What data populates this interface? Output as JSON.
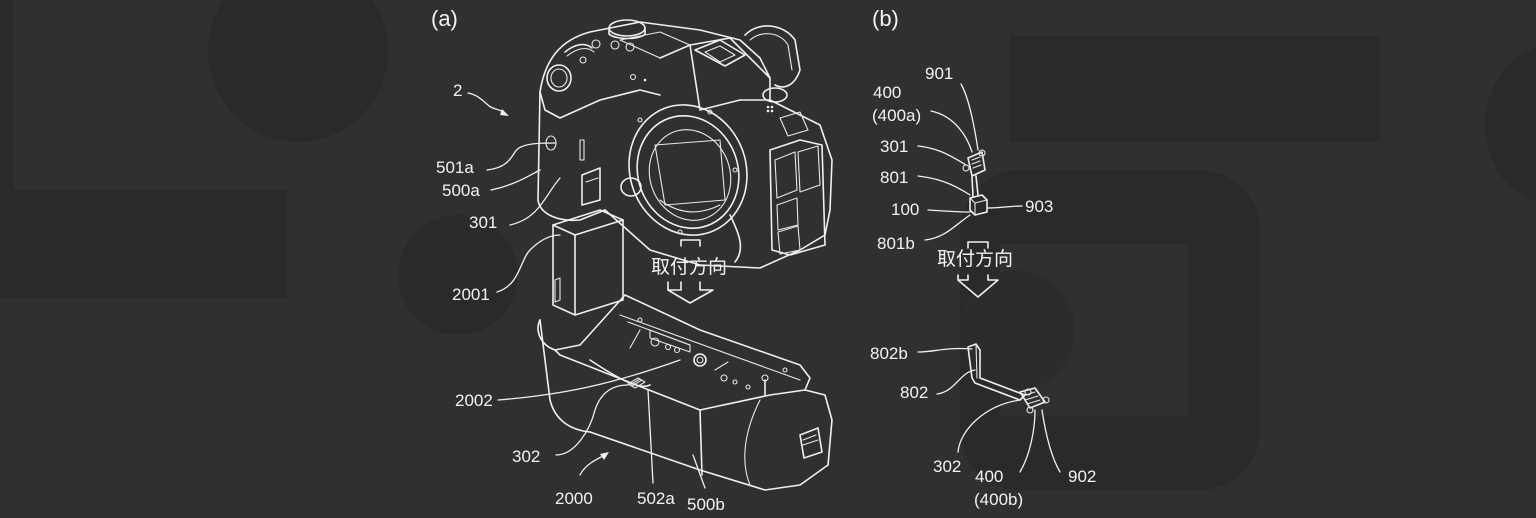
{
  "figure": {
    "panel_a": {
      "label": "(a)",
      "direction_text": "取付方向",
      "reference_labels": {
        "camera": "2",
        "r501a": "501a",
        "r500a": "500a",
        "r301": "301",
        "r2001": "2001",
        "r2002": "2002",
        "r302": "302",
        "r2000": "2000",
        "r502a": "502a",
        "r500b": "500b"
      }
    },
    "panel_b": {
      "label": "(b)",
      "direction_text": "取付方向",
      "reference_labels": {
        "r901": "901",
        "r400": "400",
        "r400a": "(400a)",
        "r301": "301",
        "r801": "801",
        "r100": "100",
        "r903": "903",
        "r801b": "801b",
        "r802b": "802b",
        "r802": "802",
        "r302": "302",
        "r400_lower": "400",
        "r400b": "(400b)",
        "r902": "902"
      }
    },
    "colors": {
      "background": "#303030",
      "background_shapes": "#2a2a2a",
      "line_art": "#f0f0f0"
    }
  }
}
